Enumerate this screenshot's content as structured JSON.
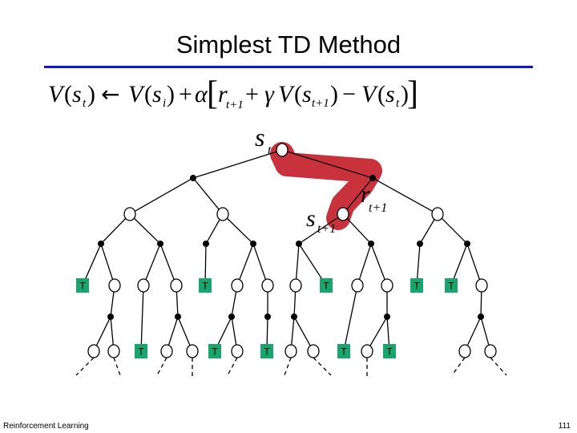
{
  "slide": {
    "title": "Simplest TD Method",
    "footer_left": "Reinforcement Learning",
    "page_number": "111"
  },
  "formula": {
    "lhs_V": "V",
    "lhs_s": "s",
    "lhs_t": "t",
    "arrow": "←",
    "rhs1_V": "V",
    "rhs1_s": "s",
    "rhs1_sub": "i",
    "plus1": "+",
    "alpha": "α",
    "lbracket": "[",
    "r": "r",
    "r_sub": "t+1",
    "plus2": "+",
    "gamma": "γ",
    "rhs2_V": "V",
    "rhs2_s": "s",
    "rhs2_sub": "t+1",
    "minus": "−",
    "rhs3_V": "V",
    "rhs3_s": "s",
    "rhs3_sub": "t",
    "rbracket": "]"
  },
  "tree_labels": {
    "root_s": "s",
    "root_sub": "t",
    "reward_r": "r",
    "reward_sub": "t+1",
    "next_s": "s",
    "next_sub": "t+1",
    "terminal": "T"
  },
  "colors": {
    "highlight": "#c8323c",
    "terminal_fill": "#19a66e",
    "title_rule": "#1414c8"
  }
}
